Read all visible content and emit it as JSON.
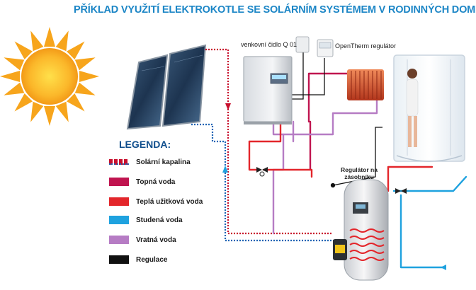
{
  "title": "PŘÍKLAD VYUŽITÍ ELEKTROKOTLE SE SOLÁRNÍM SYSTÉMEM V RODINNÝCH DOMECH",
  "labels": {
    "outdoor_sensor": "venkovní čidlo Q 01",
    "opentherm": "OpenTherm regulátor",
    "tank_regulator": "Regulátor na zásobníku"
  },
  "legend": {
    "title": "LEGENDA:",
    "items": [
      {
        "label": "Solární kapalina",
        "color": "#c8102e",
        "color2": "#1e64b4"
      },
      {
        "label": "Topná voda",
        "color": "#c0144f"
      },
      {
        "label": "Teplá užitková voda",
        "color": "#e3262b"
      },
      {
        "label": "Studená voda",
        "color": "#1fa2df"
      },
      {
        "label": "Vratná voda",
        "color": "#b67cc4"
      },
      {
        "label": "Regulace",
        "color": "#111111"
      }
    ]
  },
  "colors": {
    "title": "#1c86c6",
    "sun": "#f7a51c",
    "heating": "#c0144f",
    "hot_water": "#e3262b",
    "cold_water": "#1fa2df",
    "return_water": "#b67cc4",
    "control": "#111111"
  }
}
